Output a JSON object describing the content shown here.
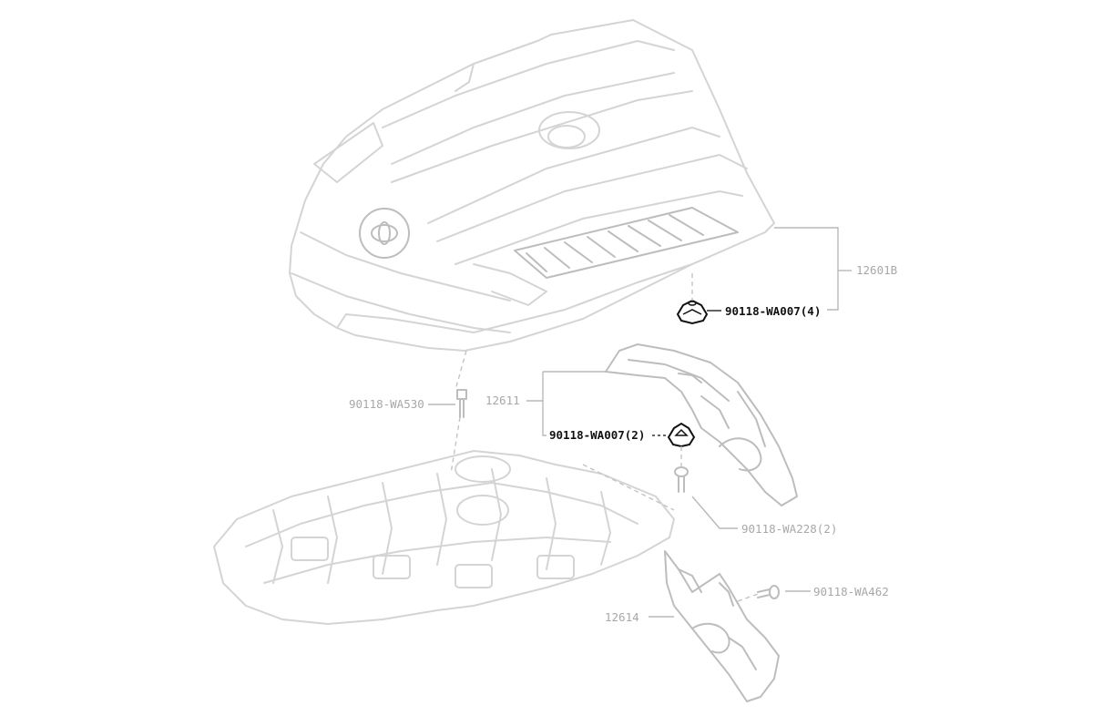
{
  "callouts": {
    "engine_cover": "12601B",
    "clip_cover": "90118-WA007(4)",
    "stud_left": "90118-WA530",
    "bracket": "12611",
    "clip_bracket": "90118-WA007(2)",
    "bolt_bracket": "90118-WA228(2)",
    "shield": "12614",
    "bolt_shield": "90118-WA462"
  }
}
